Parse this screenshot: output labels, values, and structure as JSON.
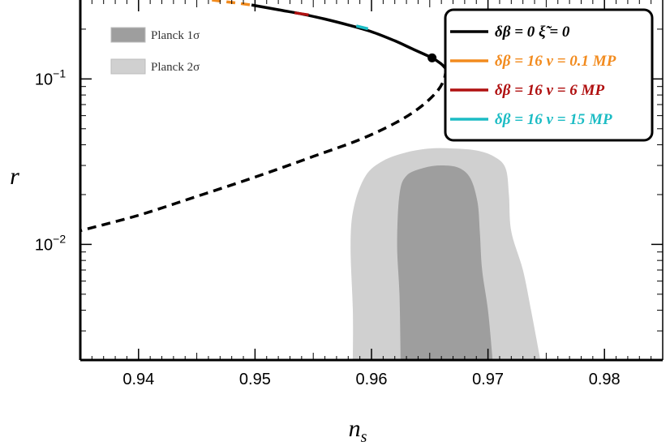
{
  "chart_data": {
    "type": "line",
    "xlabel": "n",
    "xlabel_sub": "s",
    "ylabel": "r",
    "xlim": [
      0.935,
      0.985
    ],
    "ylim": [
      0.002,
      0.3
    ],
    "yscale": "log",
    "grid": false,
    "x_ticks": [
      0.94,
      0.95,
      0.96,
      0.97,
      0.98
    ],
    "x_tick_labels": [
      "0.94",
      "0.95",
      "0.96",
      "0.97",
      "0.98"
    ],
    "y_ticks": [
      {
        "value": 0.1,
        "base": "10",
        "exp": "−1"
      },
      {
        "value": 0.01,
        "base": "10",
        "exp": "−2"
      }
    ],
    "regions": [
      {
        "name": "Planck 1σ",
        "color": "#9e9e9e",
        "x": [
          0.9625,
          0.9624,
          0.9622,
          0.9624,
          0.963,
          0.9645,
          0.966,
          0.9675,
          0.9685,
          0.9691,
          0.9693,
          0.9695,
          0.97,
          0.9704
        ],
        "y": [
          0.002,
          0.005,
          0.01,
          0.02,
          0.026,
          0.029,
          0.03,
          0.029,
          0.025,
          0.018,
          0.012,
          0.007,
          0.004,
          0.002
        ]
      },
      {
        "name": "Planck 2σ",
        "color": "#d0d0d0",
        "x": [
          0.9584,
          0.9584,
          0.9582,
          0.9585,
          0.9595,
          0.961,
          0.963,
          0.965,
          0.967,
          0.969,
          0.9705,
          0.9715,
          0.9718,
          0.972,
          0.973,
          0.9737,
          0.9745
        ],
        "y": [
          0.002,
          0.004,
          0.01,
          0.017,
          0.026,
          0.032,
          0.036,
          0.038,
          0.038,
          0.037,
          0.034,
          0.029,
          0.02,
          0.012,
          0.007,
          0.004,
          0.002
        ]
      }
    ],
    "curves": [
      {
        "name": "solid-branch",
        "style": "solid",
        "color": "#000000",
        "x": [
          0.9497,
          0.952,
          0.954,
          0.956,
          0.958,
          0.96,
          0.962,
          0.9635,
          0.9652,
          0.966,
          0.9664
        ],
        "y": [
          0.28,
          0.262,
          0.247,
          0.23,
          0.212,
          0.193,
          0.17,
          0.152,
          0.134,
          0.123,
          0.115
        ]
      },
      {
        "name": "dashed-branch",
        "style": "dashed",
        "color": "#000000",
        "x": [
          0.9664,
          0.9662,
          0.9655,
          0.964,
          0.962,
          0.959,
          0.955,
          0.95,
          0.945,
          0.94,
          0.935
        ],
        "y": [
          0.115,
          0.098,
          0.082,
          0.066,
          0.054,
          0.043,
          0.034,
          0.0255,
          0.0195,
          0.015,
          0.0121
        ]
      },
      {
        "name": "orange-segment",
        "style": "dashed",
        "color": "#f28b1e",
        "x": [
          0.9463,
          0.948,
          0.9497
        ],
        "y": [
          0.3,
          0.29,
          0.28
        ]
      },
      {
        "name": "red-segment",
        "style": "solid",
        "color": "#b01010",
        "x": [
          0.9534,
          0.9546
        ],
        "y": [
          0.251,
          0.244
        ]
      },
      {
        "name": "cyan-segment",
        "style": "solid",
        "color": "#1cbcc4",
        "x": [
          0.9587,
          0.9597
        ],
        "y": [
          0.209,
          0.201
        ]
      }
    ],
    "point": {
      "x": 0.9652,
      "y": 0.134
    },
    "legend_regions": {
      "placement": "top-left",
      "entries": [
        {
          "label": "Planck 1σ",
          "color": "#9e9e9e"
        },
        {
          "label": "Planck 2σ",
          "color": "#d0d0d0"
        }
      ]
    },
    "legend_lines": {
      "placement": "top-right",
      "entries": [
        {
          "color": "#000000",
          "text_color": "#000000",
          "label": "δβ = 0  ξ̃ = 0"
        },
        {
          "color": "#f28b1e",
          "text_color": "#f28b1e",
          "label": "δβ = 16  v = 0.1 MP"
        },
        {
          "color": "#b01010",
          "text_color": "#b01010",
          "label": "δβ = 16  v = 6 MP"
        },
        {
          "color": "#1cbcc4",
          "text_color": "#1cbcc4",
          "label": "δβ = 16  v = 15 MP"
        }
      ]
    }
  }
}
